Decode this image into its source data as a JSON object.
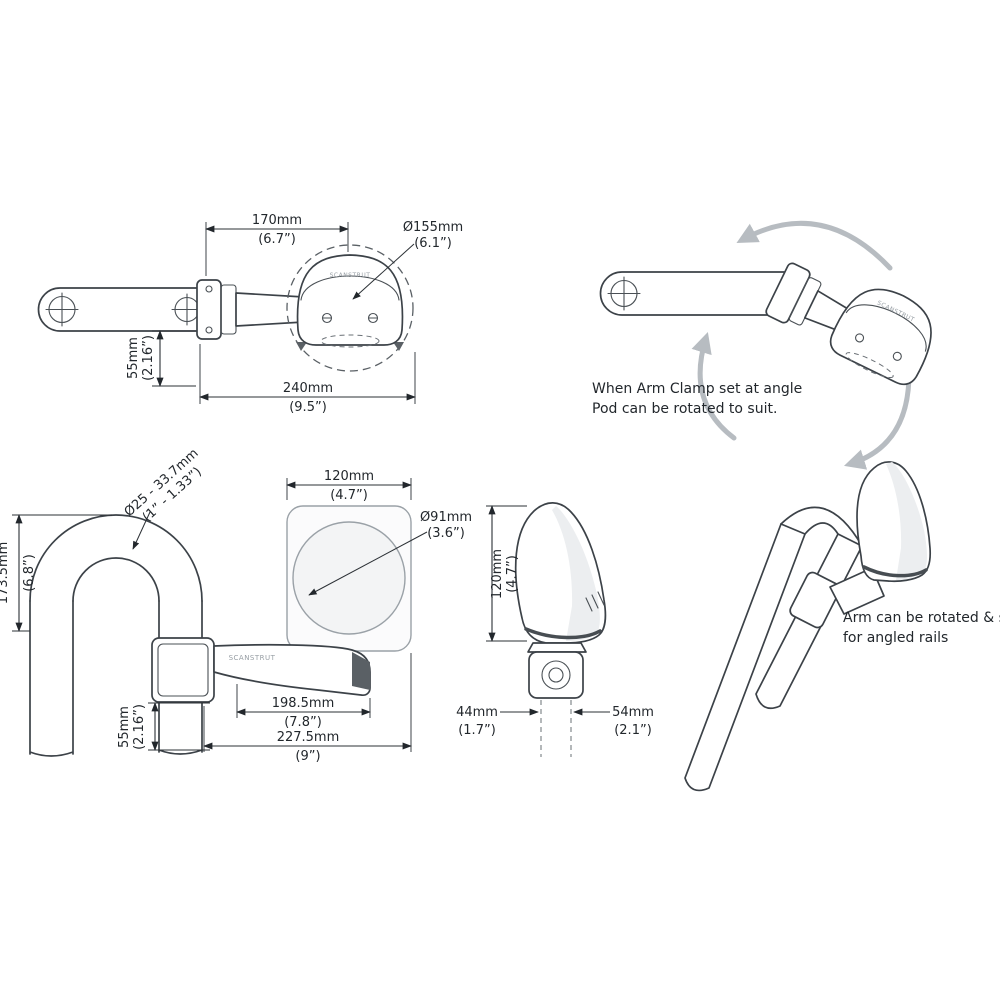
{
  "brand": "SCANSTRUT",
  "colors": {
    "line": "#3c4248",
    "dimension": "#22272c",
    "gray_arrow": "#b7bcc1",
    "light_line": "#9aa1a7"
  },
  "top_view": {
    "dim_width_mm": "170mm",
    "dim_width_in": "(6.7”)",
    "dim_dia_mm": "Ø155mm",
    "dim_dia_in": "(6.1”)",
    "dim_drop_mm": "55mm",
    "dim_drop_in": "(2.16”)",
    "dim_total_mm": "240mm",
    "dim_total_in": "(9.5”)"
  },
  "rotation_view": {
    "note_line1": "When Arm Clamp set at angle",
    "note_line2": "Pod can be rotated to suit."
  },
  "rail_view": {
    "dim_rail_mm": "Ø25 - 33.7mm",
    "dim_rail_in": "(1” - 1.33”)",
    "dim_height_mm": "173.5mm",
    "dim_height_in": "(6.8”)",
    "dim_face_mm": "120mm",
    "dim_face_in": "(4.7”)",
    "dim_cutout_mm": "Ø91mm",
    "dim_cutout_in": "(3.6”)",
    "dim_drop_mm": "55mm",
    "dim_drop_in": "(2.16”)",
    "dim_reach_mm": "198.5mm",
    "dim_reach_in": "(7.8”)",
    "dim_total_mm": "227.5mm",
    "dim_total_in": "(9”)"
  },
  "side_view": {
    "dim_height_mm": "120mm",
    "dim_height_in": "(4.7”)",
    "dim_back_mm": "44mm",
    "dim_back_in": "(1.7”)",
    "dim_front_mm": "54mm",
    "dim_front_in": "(2.1”)"
  },
  "angled_view": {
    "note_line1": "Arm can be rotated & set",
    "note_line2": "for angled rails"
  }
}
